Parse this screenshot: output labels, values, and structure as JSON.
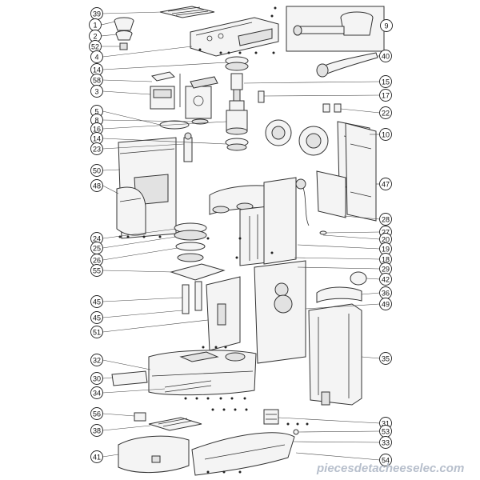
{
  "watermark": "piecesdetacheeselec.com",
  "callouts": [
    {
      "label": "39",
      "side": "left"
    },
    {
      "label": "1",
      "side": "left"
    },
    {
      "label": "2",
      "side": "left"
    },
    {
      "label": "52",
      "side": "left"
    },
    {
      "label": "4",
      "side": "left"
    },
    {
      "label": "14",
      "side": "left"
    },
    {
      "label": "58",
      "side": "left"
    },
    {
      "label": "3",
      "side": "left"
    },
    {
      "label": "5",
      "side": "left"
    },
    {
      "label": "8",
      "side": "left"
    },
    {
      "label": "16",
      "side": "left"
    },
    {
      "label": "14",
      "side": "left"
    },
    {
      "label": "23",
      "side": "left"
    },
    {
      "label": "50",
      "side": "left"
    },
    {
      "label": "48",
      "side": "left"
    },
    {
      "label": "24",
      "side": "left"
    },
    {
      "label": "25",
      "side": "left"
    },
    {
      "label": "26",
      "side": "left"
    },
    {
      "label": "55",
      "side": "left"
    },
    {
      "label": "45",
      "side": "left"
    },
    {
      "label": "45",
      "side": "left"
    },
    {
      "label": "51",
      "side": "left"
    },
    {
      "label": "32",
      "side": "left"
    },
    {
      "label": "30",
      "side": "left"
    },
    {
      "label": "34",
      "side": "left"
    },
    {
      "label": "56",
      "side": "left"
    },
    {
      "label": "38",
      "side": "left"
    },
    {
      "label": "41",
      "side": "left"
    },
    {
      "label": "9",
      "side": "right"
    },
    {
      "label": "40",
      "side": "right"
    },
    {
      "label": "15",
      "side": "right"
    },
    {
      "label": "17",
      "side": "right"
    },
    {
      "label": "22",
      "side": "right"
    },
    {
      "label": "10",
      "side": "right"
    },
    {
      "label": "47",
      "side": "right"
    },
    {
      "label": "28",
      "side": "right"
    },
    {
      "label": "27",
      "side": "right"
    },
    {
      "label": "20",
      "side": "right"
    },
    {
      "label": "19",
      "side": "right"
    },
    {
      "label": "18",
      "side": "right"
    },
    {
      "label": "29",
      "side": "right"
    },
    {
      "label": "42",
      "side": "right"
    },
    {
      "label": "36",
      "side": "right"
    },
    {
      "label": "49",
      "side": "right"
    },
    {
      "label": "35",
      "side": "right"
    },
    {
      "label": "31",
      "side": "right"
    },
    {
      "label": "53",
      "side": "right"
    },
    {
      "label": "33",
      "side": "right"
    },
    {
      "label": "54",
      "side": "right"
    }
  ]
}
